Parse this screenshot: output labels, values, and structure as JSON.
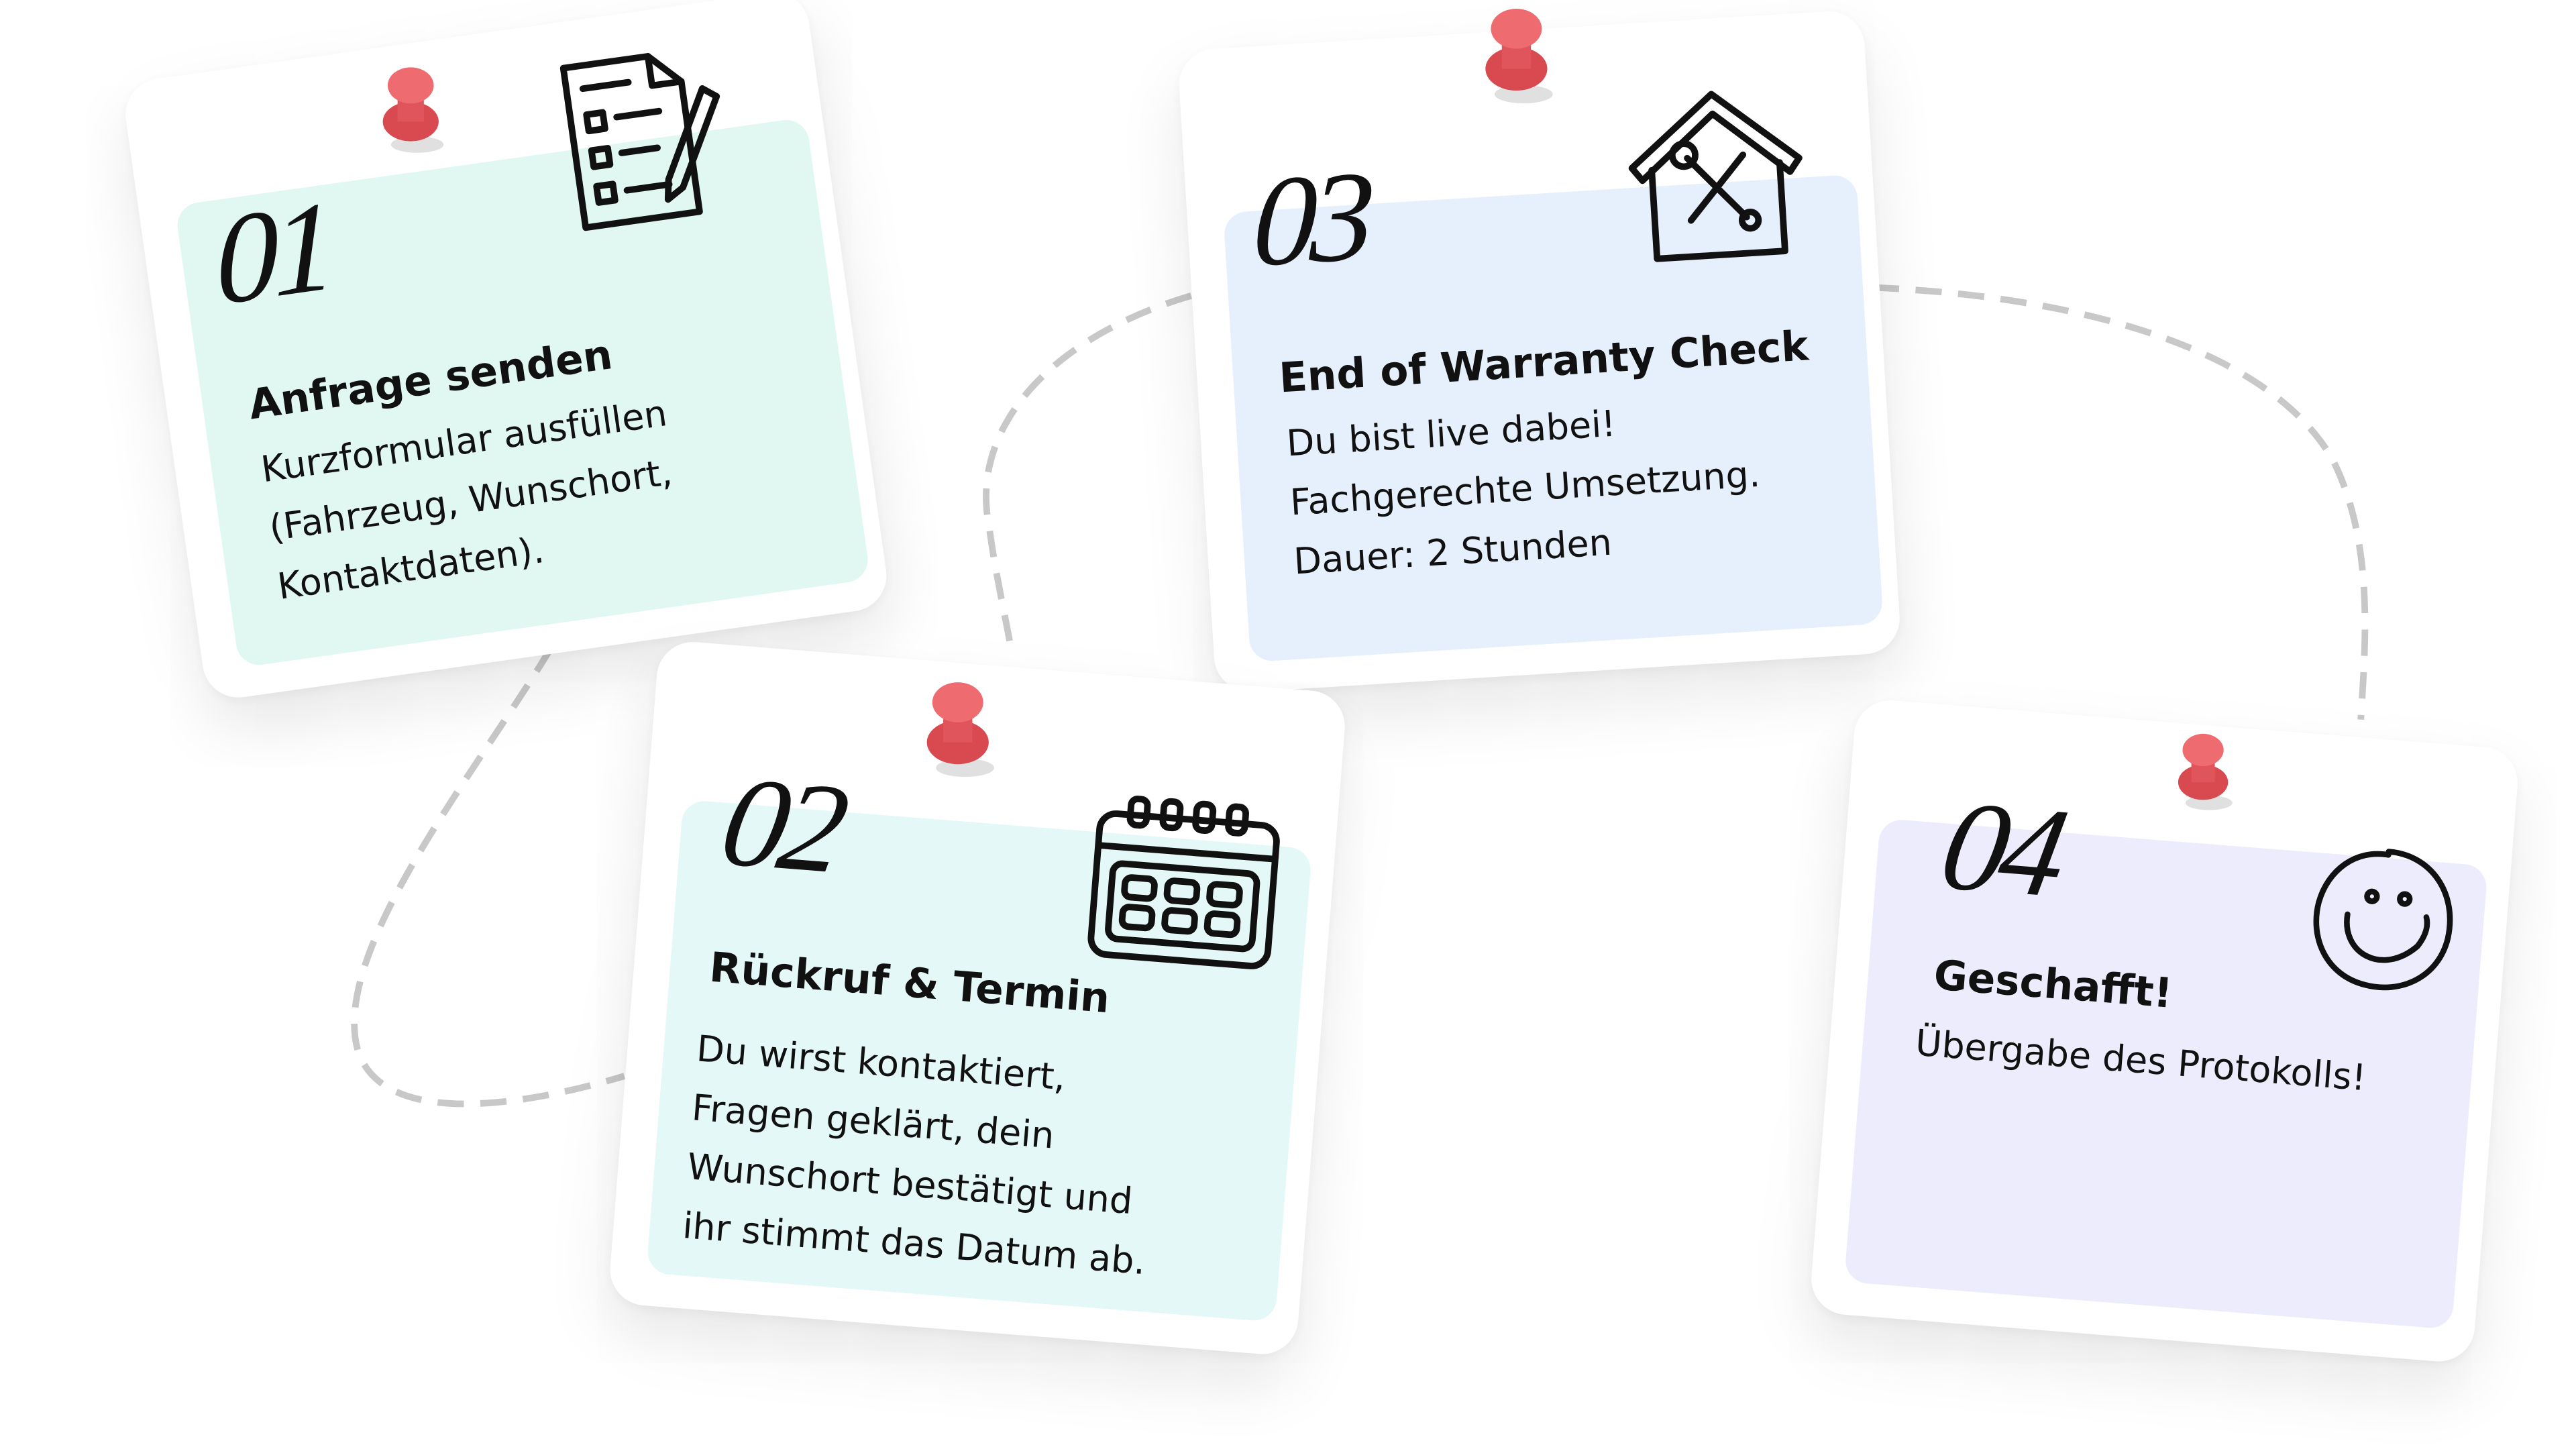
{
  "cards": [
    {
      "number": "01",
      "title": "Anfrage senden",
      "lines": [
        "Kurzformular ausfüllen",
        "(Fahrzeug, Wunschort,",
        "Kontaktdaten)."
      ],
      "icon": "form-checklist-pencil-icon",
      "tint": "#e0f8f1"
    },
    {
      "number": "02",
      "title": "Rückruf & Termin",
      "lines": [
        "Du wirst kontaktiert,",
        "Fragen geklärt, dein",
        "Wunschort bestätigt und",
        "ihr stimmt das Datum ab."
      ],
      "icon": "calendar-icon",
      "tint": "#e5f8f8"
    },
    {
      "number": "03",
      "title": "End of Warranty Check",
      "lines": [
        "Du bist live dabei!",
        "Fachgerechte Umsetzung.",
        "Dauer: 2 Stunden"
      ],
      "icon": "garage-tools-icon",
      "tint": "#e6f0fd"
    },
    {
      "number": "04",
      "title": "Geschafft!",
      "lines": [
        "Übergabe des Protokolls!"
      ],
      "icon": "smiley-icon",
      "tint": "#edecfc"
    }
  ],
  "colors": {
    "pin": "#e85a5f",
    "dash": "#c8c8c8"
  }
}
